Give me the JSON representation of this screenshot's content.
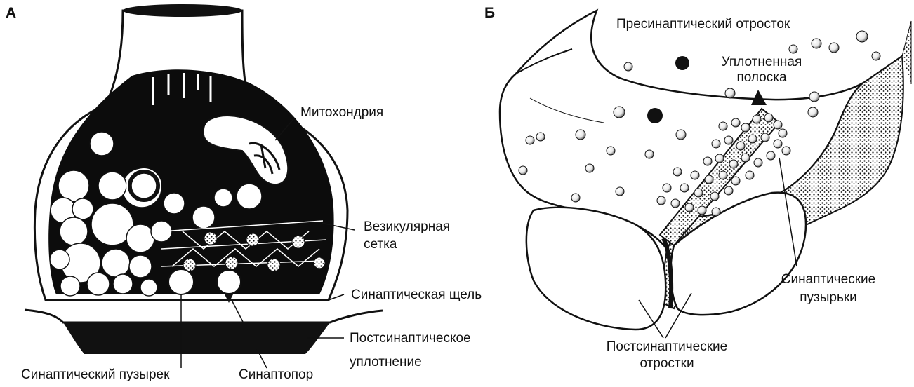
{
  "panel_a": {
    "letter": "А",
    "labels": {
      "mitochondria": "Митохондрия",
      "vesicular_grid_line1": "Везикулярная",
      "vesicular_grid_line2": "сетка",
      "synaptic_cleft": "Синаптическая щель",
      "postsynaptic_density_line1": "Постсинаптическое",
      "postsynaptic_density_line2": "уплотнение",
      "synaptic_vesicle": "Синаптический пузырек",
      "synaptopore": "Синаптопор"
    }
  },
  "panel_b": {
    "letter": "Б",
    "labels": {
      "presynaptic_process": "Пресинаптический отросток",
      "dense_band_line1": "Уплотненная",
      "dense_band_line2": "полоска",
      "synaptic_vesicles_line1": "Синаптические",
      "synaptic_vesicles_line2": "пузырьки",
      "postsynaptic_processes_line1": "Постсинаптические",
      "postsynaptic_processes_line2": "отростки"
    }
  },
  "colors": {
    "ink": "#111111",
    "paper": "#ffffff"
  }
}
